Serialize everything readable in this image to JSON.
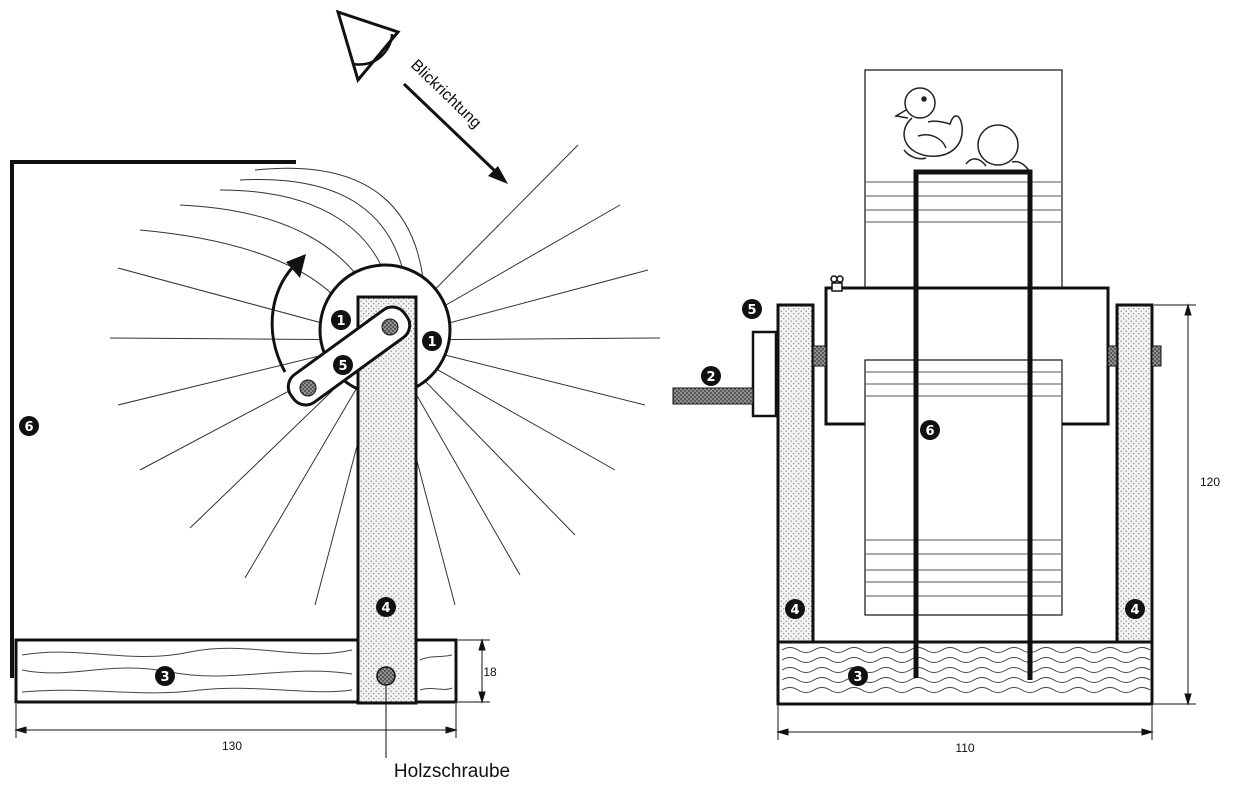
{
  "view_direction_label": "Blickrichtung",
  "screw_label": "Holzschraube",
  "dimensions": {
    "side_width": "130",
    "base_height": "18",
    "front_width": "110",
    "front_height": "120"
  },
  "part_numbers": {
    "p1": "1",
    "p2": "2",
    "p3": "3",
    "p4": "4",
    "p5": "5",
    "p6": "6"
  },
  "colors": {
    "line": "#111111",
    "wood_fill": "#efefef",
    "stipple": "#9a9a9a",
    "marker": "#111111"
  }
}
